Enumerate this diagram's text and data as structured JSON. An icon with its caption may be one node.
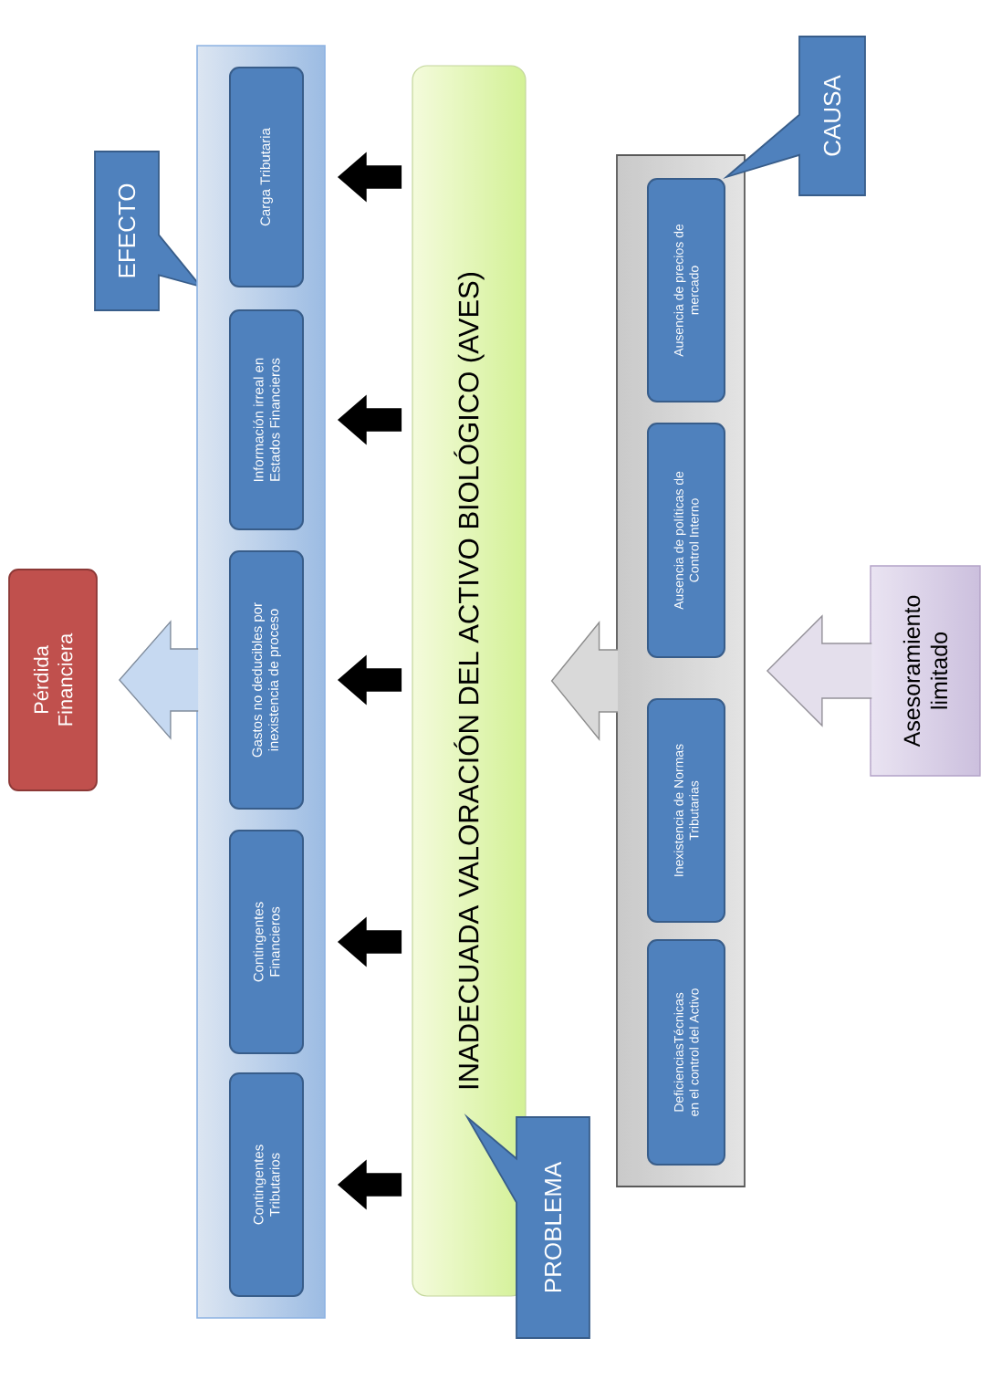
{
  "diagram": {
    "nodes": [
      {
        "text": [
          "Pérdida Financiera"
        ]
      },
      {
        "text": [
          "EFECTO"
        ]
      },
      {
        "text": [],
        "shape": "box"
      },
      {
        "text": [
          "Contingentes Tributarios"
        ],
        "in": 2
      },
      {
        "text": [
          "Contingentes Financieros"
        ],
        "in": 2
      },
      {
        "text": [
          "Gastos no deducibles por inexistencia de proceso"
        ],
        "in": 2
      },
      {
        "text": [
          "Información irreal en Estados Financieros"
        ],
        "in": 2
      },
      {
        "text": [
          "Carga Tributaria"
        ],
        "in": 2
      },
      {
        "text": [
          "INADECUADA VALORACIÓN DEL ACTIVO BIOLÓGICO (AVES)"
        ]
      },
      {
        "text": [
          "PROBLEMA"
        ]
      },
      {
        "text": [],
        "shape": "box"
      },
      {
        "text": [
          "DeficienciasTécnicas en el control del Activo"
        ],
        "in": 10
      },
      {
        "text": [
          "Inexistencia de Normas Tributarias"
        ],
        "in": 10
      },
      {
        "text": [
          "Ausencia de políticas de Control Interno"
        ],
        "in": 10
      },
      {
        "text": [
          "Ausencia de precios de mercado"
        ],
        "in": 10
      },
      {
        "text": [
          "CAUSA"
        ]
      },
      {
        "text": [
          "Asesoramiento limitado"
        ]
      }
    ],
    "edges": [
      {
        "from": 2,
        "to": 0,
        "arrow": "to",
        "color": "#c6d9f1"
      },
      {
        "from": 8,
        "to": 3,
        "arrow": "to"
      },
      {
        "from": 8,
        "to": 4,
        "arrow": "to"
      },
      {
        "from": 8,
        "to": 5,
        "arrow": "to"
      },
      {
        "from": 8,
        "to": 6,
        "arrow": "to"
      },
      {
        "from": 8,
        "to": 7,
        "arrow": "to"
      },
      {
        "from": 10,
        "to": 8,
        "arrow": "to",
        "color": "#d9d9d9"
      },
      {
        "from": 16,
        "to": 10,
        "arrow": "to",
        "color": "#e4dfec"
      }
    ]
  }
}
